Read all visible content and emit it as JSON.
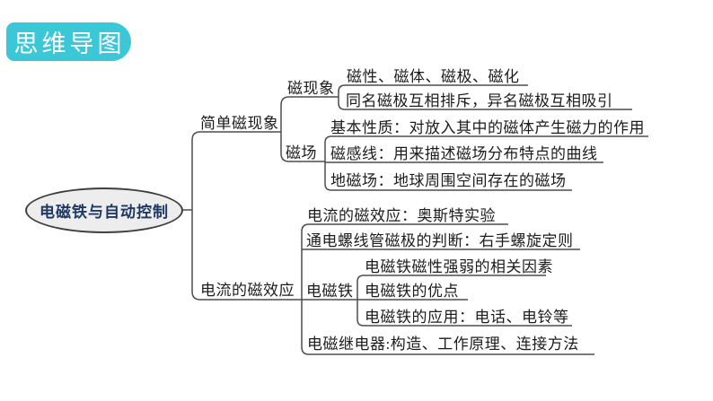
{
  "badge": {
    "label": "思维导图"
  },
  "root": {
    "label": "电磁铁与自动控制"
  },
  "colors": {
    "badge_bg": "#3cc7d7",
    "badge_text": "#ffffff",
    "root_text": "#1f3864",
    "root_fill": "#ededed",
    "line": "#4d4d4d",
    "text": "#1c1c1c"
  },
  "branches": [
    {
      "label": "简单磁现象",
      "children": [
        {
          "label": "磁现象",
          "children": [
            {
              "label": "磁性、磁体、磁极、磁化"
            },
            {
              "label": "同名磁极互相排斥，异名磁极互相吸引"
            }
          ]
        },
        {
          "label": "磁场",
          "children": [
            {
              "label": "基本性质：对放入其中的磁体产生磁力的作用"
            },
            {
              "label": "磁感线：用来描述磁场分布特点的曲线"
            },
            {
              "label": "地磁场：地球周围空间存在的磁场"
            }
          ]
        }
      ]
    },
    {
      "label": "电流的磁效应",
      "children": [
        {
          "label": "电流的磁效应：奥斯特实验"
        },
        {
          "label": "通电螺线管磁极的判断：右手螺旋定则"
        },
        {
          "label": "电磁铁",
          "children": [
            {
              "label": "电磁铁磁性强弱的相关因素"
            },
            {
              "label": "电磁铁的优点"
            },
            {
              "label": "电磁铁的应用：电话、电铃等"
            }
          ]
        },
        {
          "label": "电磁继电器:构造、工作原理、连接方法"
        }
      ]
    }
  ]
}
